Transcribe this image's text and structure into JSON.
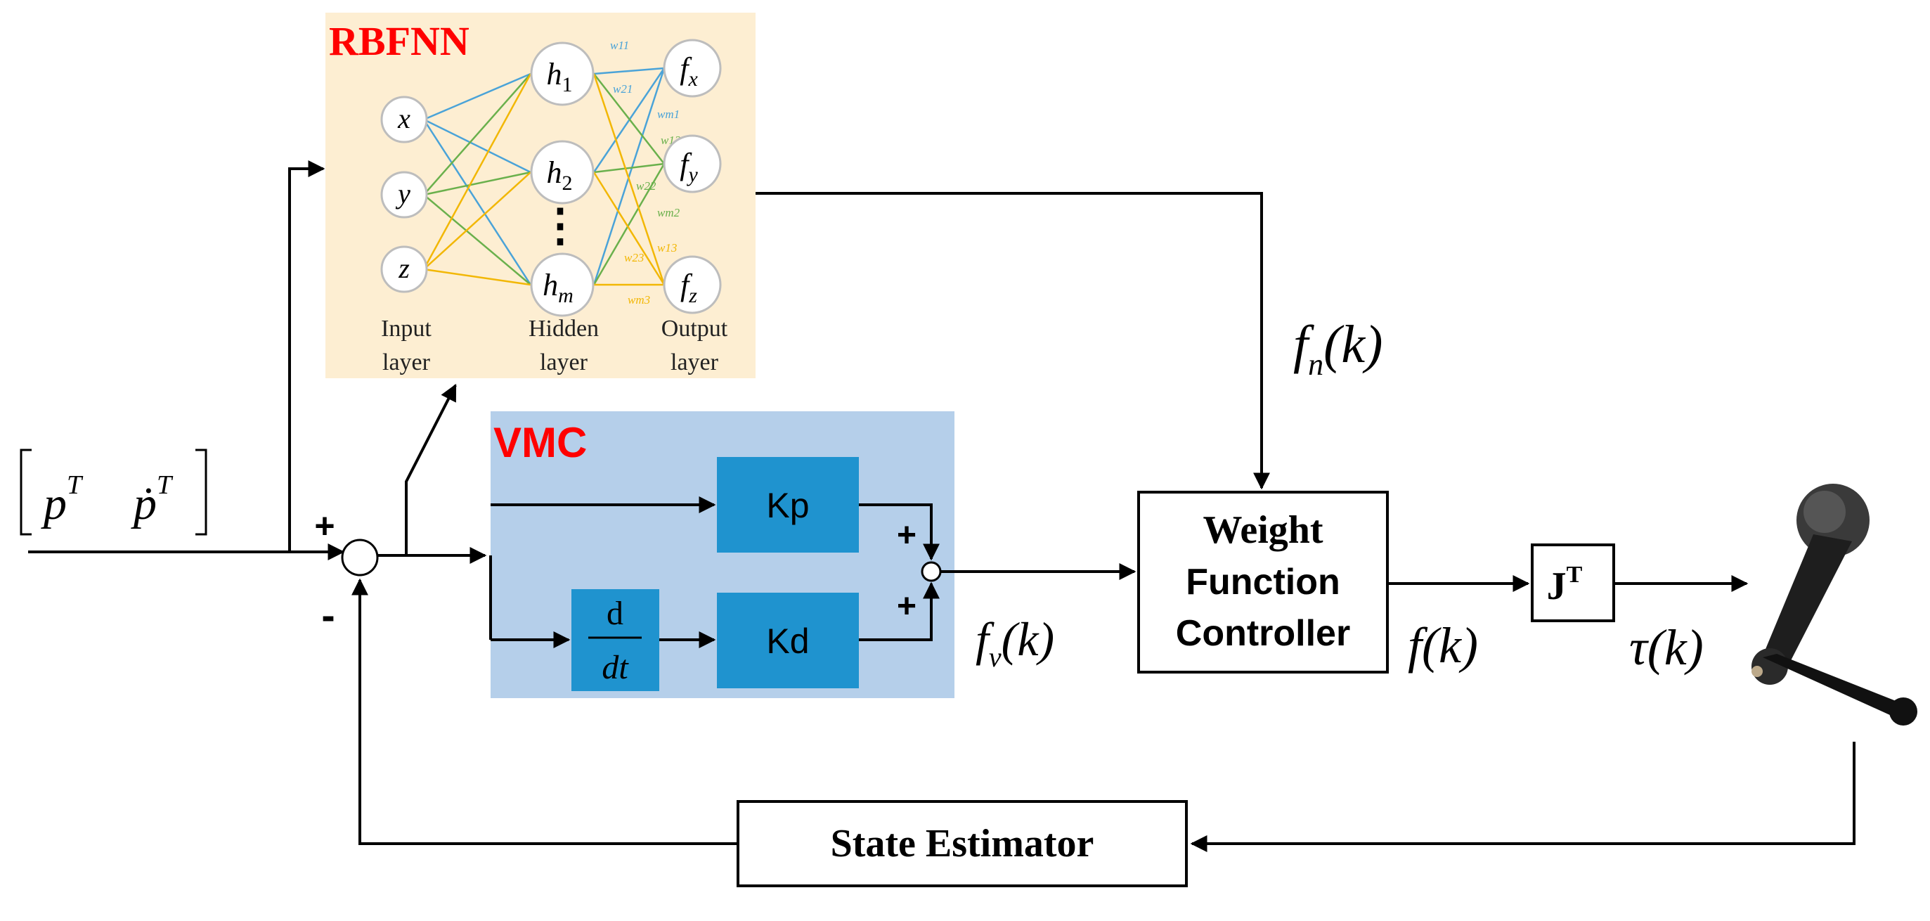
{
  "rbfnn": {
    "title": "RBFNN",
    "input_nodes": [
      "x",
      "y",
      "z"
    ],
    "hidden_nodes": [
      {
        "base": "h",
        "sub": "1"
      },
      {
        "base": "h",
        "sub": "2"
      },
      {
        "base": "h",
        "sub": "m"
      }
    ],
    "hidden_ellipsis": "⋮",
    "output_nodes": [
      {
        "base": "f",
        "sub": "x"
      },
      {
        "base": "f",
        "sub": "y"
      },
      {
        "base": "f",
        "sub": "z"
      }
    ],
    "weights": [
      "w11",
      "w21",
      "wm1",
      "w12",
      "w22",
      "wm2",
      "w13",
      "w23",
      "wm3"
    ],
    "layer_labels": {
      "input": [
        "Input",
        "layer"
      ],
      "hidden": [
        "Hidden",
        "layer"
      ],
      "output": [
        "Output",
        "layer"
      ]
    }
  },
  "vmc": {
    "title": "VMC",
    "kp_label": "Kp",
    "kd_label": "Kd",
    "deriv_num": "d",
    "deriv_den": "dt",
    "plus_top": "+",
    "plus_bottom": "+"
  },
  "input": {
    "p": "p",
    "p_dot": "ṗ",
    "sup": "T"
  },
  "summing": {
    "plus": "+",
    "minus": "-"
  },
  "weight_controller": {
    "line1": "Weight",
    "line2": "Function",
    "line3": "Controller"
  },
  "jacobian": {
    "base": "J",
    "sup": "T"
  },
  "state_estimator": {
    "label": "State Estimator"
  },
  "signals": {
    "fn": {
      "base": "f",
      "sub": "n",
      "arg": "(k)"
    },
    "fv": {
      "base": "f",
      "sub": "v",
      "arg": "(k)"
    },
    "f": {
      "base": "f",
      "arg": "(k)"
    },
    "tau": {
      "base": "τ",
      "arg": "(k)"
    }
  },
  "colors": {
    "rbfnn_bg": "#fdeed2",
    "vmc_bg": "#b5cfea",
    "block_blue": "#1f93cf",
    "title_red": "#ff0000"
  },
  "icons": [
    "robot-leg-icon"
  ]
}
